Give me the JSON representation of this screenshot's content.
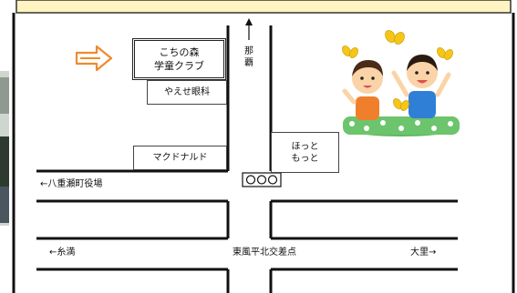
{
  "header": {
    "banner_text": "",
    "banner_color": "#fff4c2"
  },
  "landmarks": {
    "kochinomori_line1": "こちの森",
    "kochinomori_line2": "学童クラブ",
    "yaese_ganka": "やえせ眼科",
    "mcdonalds": "マクドナルド",
    "hotto_line1": "ほっと",
    "hotto_line2": "もっと"
  },
  "roads": {
    "naha_char1": "那",
    "naha_char2": "覇",
    "yaese_town_office": "←八重瀬町役場",
    "itoman": "←糸満",
    "tofu_hira_kita_intersection": "東風平北交差点",
    "ozato": "大里→"
  },
  "icons": {
    "pointer_arrow": "orange-right-arrow-icon",
    "naha_arrow": "up-arrow-icon",
    "traffic_light": "traffic-light-icon",
    "kids": "children-illustration-icon"
  },
  "colors": {
    "road": "#111111",
    "pointer_arrow": "#f08a2c",
    "banner_border": "#333333"
  }
}
